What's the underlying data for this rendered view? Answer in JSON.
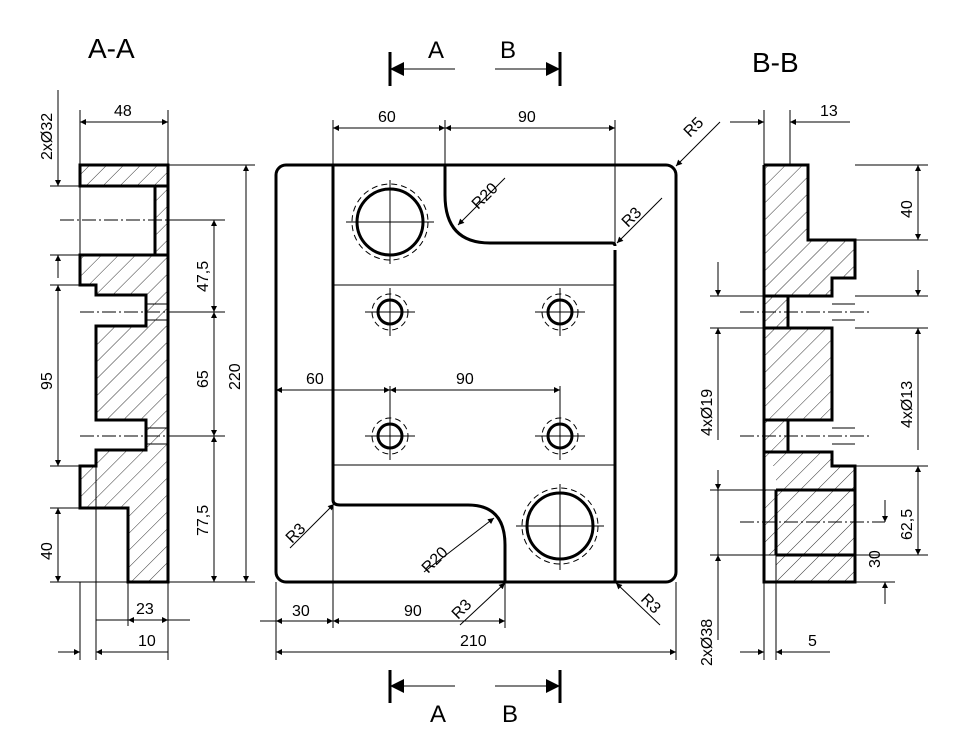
{
  "section_titles": {
    "aa": "A-A",
    "bb": "B-B"
  },
  "cut_letters": {
    "top_a": "A",
    "top_b": "B",
    "bottom_a": "A",
    "bottom_b": "B"
  },
  "dims_front": {
    "top_60": "60",
    "top_90": "90",
    "mid_60": "60",
    "mid_90": "90",
    "bot_30": "30",
    "bot_90": "90",
    "overall_210": "210",
    "r5": "R5",
    "r20_top": "R20",
    "r3_top": "R3",
    "r3_left": "R3",
    "r20_bottom": "R20",
    "r3_bottom": "R3",
    "r3_corner": "R3"
  },
  "dims_aa": {
    "width_48": "48",
    "dia_2x32": "2xØ32",
    "h_47_5": "47,5",
    "h_65": "65",
    "h_77_5": "77,5",
    "h_220": "220",
    "h_95": "95",
    "h_40": "40",
    "w_23": "23",
    "w_10": "10"
  },
  "dims_bb": {
    "w_13": "13",
    "h_40": "40",
    "dia_4x19": "4xØ19",
    "dia_4x13": "4xØ13",
    "h_62_5": "62,5",
    "h_30": "30",
    "dia_2x38": "2xØ38",
    "w_5": "5"
  }
}
